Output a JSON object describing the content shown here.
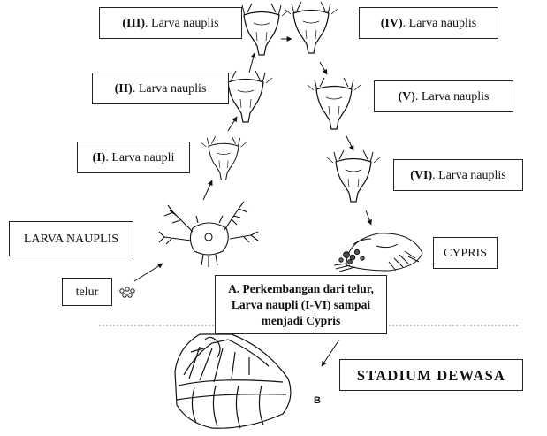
{
  "stages": {
    "stage_1": {
      "roman": "(I)",
      "name": ". Larva naupli"
    },
    "stage_2": {
      "roman": "(II)",
      "name": ". Larva nauplis"
    },
    "stage_3": {
      "roman": "(III)",
      "name": ". Larva nauplis"
    },
    "stage_4": {
      "roman": "(IV)",
      "name": ". Larva nauplis"
    },
    "stage_5": {
      "roman": "(V)",
      "name": ". Larva nauplis"
    },
    "stage_6": {
      "roman": "(VI)",
      "name": ". Larva nauplis"
    }
  },
  "labels": {
    "larva_nauplis": "LARVA NAUPLIS",
    "telur": "telur",
    "cypris": "CYPRIS",
    "stadium_dewasa": "STADIUM  DEWASA",
    "figure_letter": "B"
  },
  "caption": {
    "line1": "A. Perkembangan dari telur,",
    "line2": "Larva naupli (I-VI) sampai",
    "line3": "menjadi  Cypris"
  }
}
